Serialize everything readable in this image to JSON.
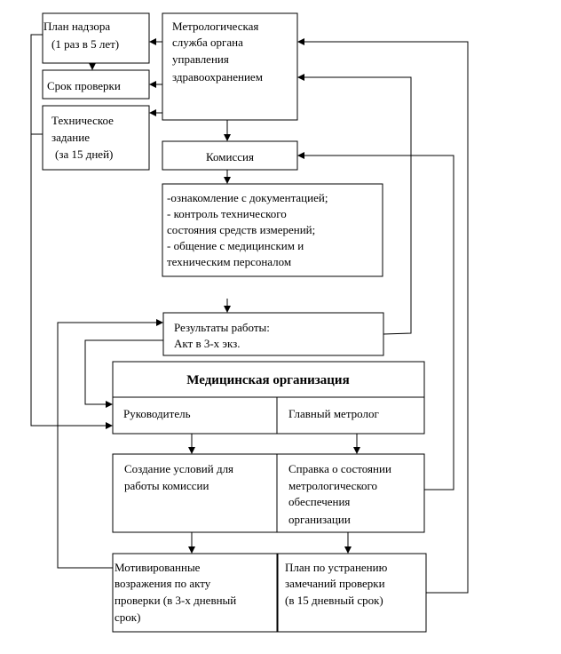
{
  "boxes": {
    "plan": [
      "План надзора",
      "(1 раз в 5 лет)"
    ],
    "srok": [
      "Срок проверки"
    ],
    "tech": [
      "Техническое",
      "задание",
      "(за 15 дней)"
    ],
    "metro": [
      "Метрологическая",
      "служба органа",
      "управления",
      "здравоохранением"
    ],
    "komissia": [
      "Комиссия"
    ],
    "tasks": [
      "-ознакомление с документацией;",
      "- контроль технического",
      "состояния средств измерений;",
      "- общение с медицинским и",
      "техническим персоналом"
    ],
    "results": [
      "Результаты работы:",
      "Акт в 3-х экз."
    ],
    "org_title": "Медицинская организация",
    "head": "Руководитель",
    "metrologist": "Главный метролог",
    "conditions": [
      "Создание условий для",
      "работы комиссии"
    ],
    "reference": [
      "Справка о состоянии",
      "метрологического",
      "обеспечения",
      "организации"
    ],
    "objections": [
      "Мотивированные",
      "возражения по акту",
      "проверки (в 3-х дневный",
      "срок)"
    ],
    "plan_fix": [
      "План по устранению",
      "замечаний проверки",
      "(в 15 дневный срок)"
    ]
  }
}
